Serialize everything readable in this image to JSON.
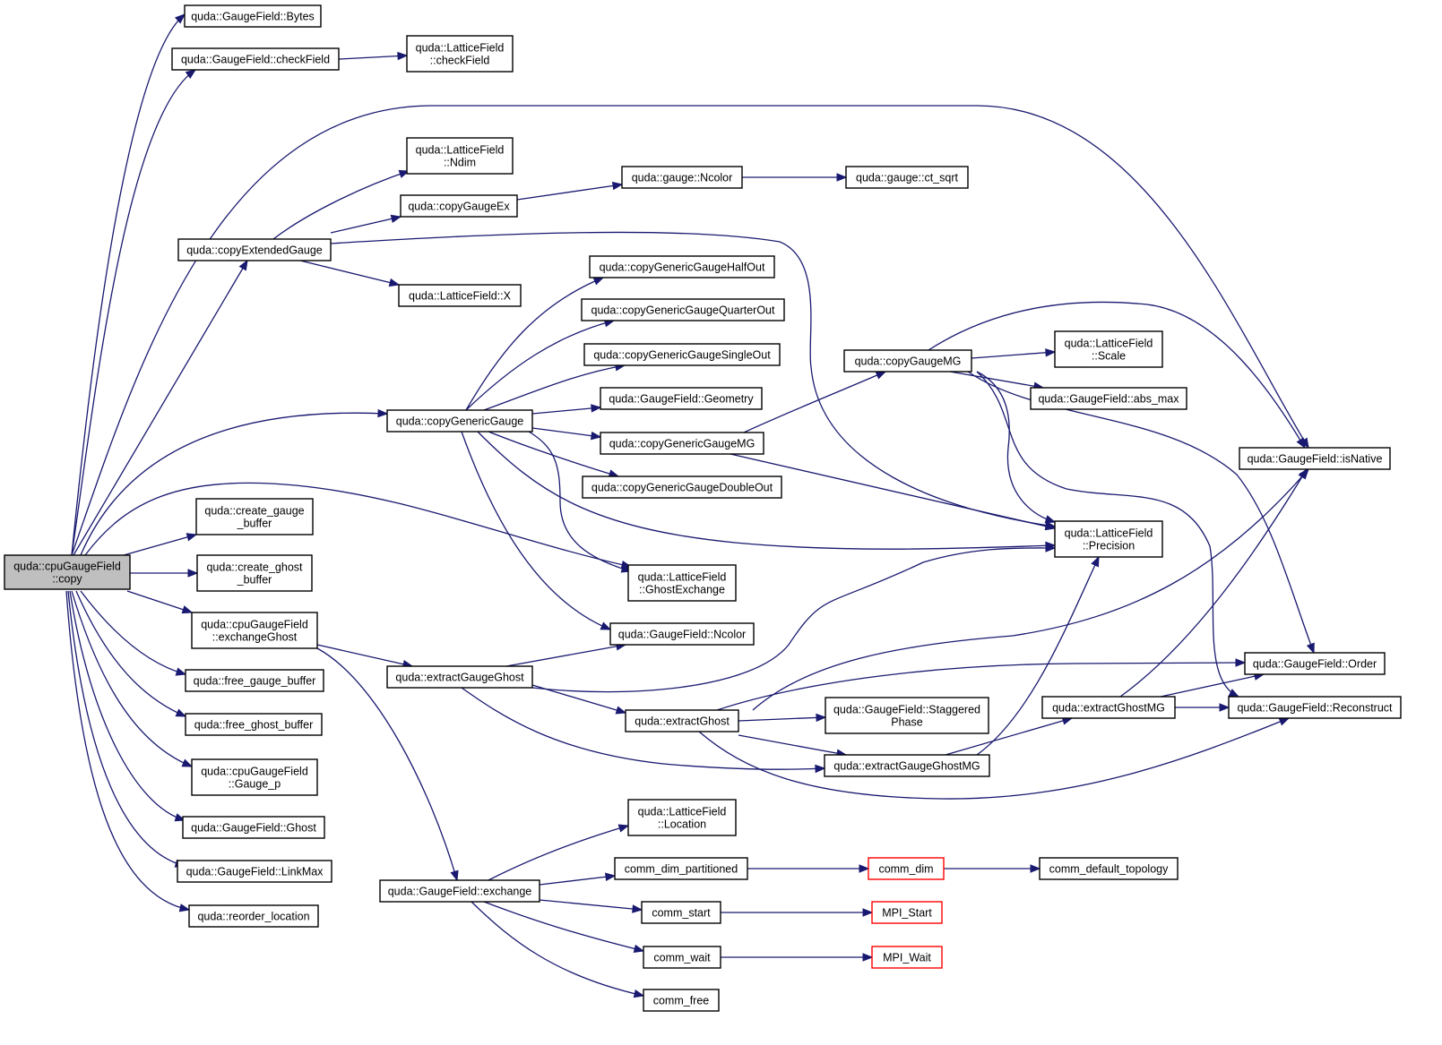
{
  "colors": {
    "edge": "#191970",
    "node_border": "#000000",
    "root_fill": "#bfbfbf",
    "node_fill": "#ffffff",
    "truncated_border": "#ff0000"
  },
  "graph": {
    "type": "call-graph",
    "nodes": [
      {
        "id": "root",
        "lines": [
          "quda::cpuGaugeField",
          "::copy"
        ]
      },
      {
        "id": "bytes",
        "lines": [
          "quda::GaugeField::Bytes"
        ]
      },
      {
        "id": "checkField",
        "lines": [
          "quda::GaugeField::checkField"
        ]
      },
      {
        "id": "lfCheckField",
        "lines": [
          "quda::LatticeField",
          "::checkField"
        ]
      },
      {
        "id": "lfNdim",
        "lines": [
          "quda::LatticeField",
          "::Ndim"
        ]
      },
      {
        "id": "copyGaugeEx",
        "lines": [
          "quda::copyGaugeEx"
        ]
      },
      {
        "id": "gaugeNcolor",
        "lines": [
          "quda::gauge::Ncolor"
        ]
      },
      {
        "id": "ctSqrt",
        "lines": [
          "quda::gauge::ct_sqrt"
        ]
      },
      {
        "id": "copyExtendedGauge",
        "lines": [
          "quda::copyExtendedGauge"
        ]
      },
      {
        "id": "lfX",
        "lines": [
          "quda::LatticeField::X"
        ]
      },
      {
        "id": "cggHalfOut",
        "lines": [
          "quda::copyGenericGaugeHalfOut"
        ]
      },
      {
        "id": "cggQuarterOut",
        "lines": [
          "quda::copyGenericGaugeQuarterOut"
        ]
      },
      {
        "id": "cggSingleOut",
        "lines": [
          "quda::copyGenericGaugeSingleOut"
        ]
      },
      {
        "id": "gfGeometry",
        "lines": [
          "quda::GaugeField::Geometry"
        ]
      },
      {
        "id": "copyGenericGauge",
        "lines": [
          "quda::copyGenericGauge"
        ]
      },
      {
        "id": "cggMG",
        "lines": [
          "quda::copyGenericGaugeMG"
        ]
      },
      {
        "id": "cggDoubleOut",
        "lines": [
          "quda::copyGenericGaugeDoubleOut"
        ]
      },
      {
        "id": "copyGaugeMG",
        "lines": [
          "quda::copyGaugeMG"
        ]
      },
      {
        "id": "lfScale",
        "lines": [
          "quda::LatticeField",
          "::Scale"
        ]
      },
      {
        "id": "absMax",
        "lines": [
          "quda::GaugeField::abs_max"
        ]
      },
      {
        "id": "isNative",
        "lines": [
          "quda::GaugeField::isNative"
        ]
      },
      {
        "id": "createGaugeBuffer",
        "lines": [
          "quda::create_gauge",
          "_buffer"
        ]
      },
      {
        "id": "createGhostBuffer",
        "lines": [
          "quda::create_ghost",
          "_buffer"
        ]
      },
      {
        "id": "lfPrecision",
        "lines": [
          "quda::LatticeField",
          "::Precision"
        ]
      },
      {
        "id": "lfGhostExchange",
        "lines": [
          "quda::LatticeField",
          "::GhostExchange"
        ]
      },
      {
        "id": "exchangeGhost",
        "lines": [
          "quda::cpuGaugeField",
          "::exchangeGhost"
        ]
      },
      {
        "id": "gfNcolor",
        "lines": [
          "quda::GaugeField::Ncolor"
        ]
      },
      {
        "id": "gfOrder",
        "lines": [
          "quda::GaugeField::Order"
        ]
      },
      {
        "id": "extractGaugeGhost",
        "lines": [
          "quda::extractGaugeGhost"
        ]
      },
      {
        "id": "freeGaugeBuffer",
        "lines": [
          "quda::free_gauge_buffer"
        ]
      },
      {
        "id": "gfStaggeredPhase",
        "lines": [
          "quda::GaugeField::Staggered",
          "Phase"
        ]
      },
      {
        "id": "extractGhostMG",
        "lines": [
          "quda::extractGhostMG"
        ]
      },
      {
        "id": "gfReconstruct",
        "lines": [
          "quda::GaugeField::Reconstruct"
        ]
      },
      {
        "id": "extractGhost",
        "lines": [
          "quda::extractGhost"
        ]
      },
      {
        "id": "freeGhostBuffer",
        "lines": [
          "quda::free_ghost_buffer"
        ]
      },
      {
        "id": "extractGaugeGhostMG",
        "lines": [
          "quda::extractGaugeGhostMG"
        ]
      },
      {
        "id": "gaugeP",
        "lines": [
          "quda::cpuGaugeField",
          "::Gauge_p"
        ]
      },
      {
        "id": "lfLocation",
        "lines": [
          "quda::LatticeField",
          "::Location"
        ]
      },
      {
        "id": "gfGhost",
        "lines": [
          "quda::GaugeField::Ghost"
        ]
      },
      {
        "id": "commDimPartitioned",
        "lines": [
          "comm_dim_partitioned"
        ]
      },
      {
        "id": "commDim",
        "lines": [
          "comm_dim"
        ]
      },
      {
        "id": "commDefaultTopology",
        "lines": [
          "comm_default_topology"
        ]
      },
      {
        "id": "gfLinkMax",
        "lines": [
          "quda::GaugeField::LinkMax"
        ]
      },
      {
        "id": "gfExchange",
        "lines": [
          "quda::GaugeField::exchange"
        ]
      },
      {
        "id": "commStart",
        "lines": [
          "comm_start"
        ]
      },
      {
        "id": "mpiStart",
        "lines": [
          "MPI_Start"
        ]
      },
      {
        "id": "reorderLocation",
        "lines": [
          "quda::reorder_location"
        ]
      },
      {
        "id": "commWait",
        "lines": [
          "comm_wait"
        ]
      },
      {
        "id": "mpiWait",
        "lines": [
          "MPI_Wait"
        ]
      },
      {
        "id": "commFree",
        "lines": [
          "comm_free"
        ]
      }
    ],
    "edges": [
      [
        "root",
        "bytes"
      ],
      [
        "root",
        "checkField"
      ],
      [
        "checkField",
        "lfCheckField"
      ],
      [
        "root",
        "isNative"
      ],
      [
        "root",
        "copyExtendedGauge"
      ],
      [
        "copyExtendedGauge",
        "lfNdim"
      ],
      [
        "copyExtendedGauge",
        "copyGaugeEx"
      ],
      [
        "copyGaugeEx",
        "gaugeNcolor"
      ],
      [
        "gaugeNcolor",
        "ctSqrt"
      ],
      [
        "copyExtendedGauge",
        "lfX"
      ],
      [
        "copyExtendedGauge",
        "lfPrecision"
      ],
      [
        "root",
        "copyGenericGauge"
      ],
      [
        "copyGenericGauge",
        "cggHalfOut"
      ],
      [
        "copyGenericGauge",
        "cggQuarterOut"
      ],
      [
        "copyGenericGauge",
        "cggSingleOut"
      ],
      [
        "copyGenericGauge",
        "gfGeometry"
      ],
      [
        "copyGenericGauge",
        "cggMG"
      ],
      [
        "copyGenericGauge",
        "cggDoubleOut"
      ],
      [
        "copyGenericGauge",
        "lfGhostExchange"
      ],
      [
        "copyGenericGauge",
        "gfNcolor"
      ],
      [
        "copyGenericGauge",
        "lfPrecision"
      ],
      [
        "cggMG",
        "copyGaugeMG"
      ],
      [
        "cggMG",
        "lfPrecision"
      ],
      [
        "copyGaugeMG",
        "lfScale"
      ],
      [
        "copyGaugeMG",
        "absMax"
      ],
      [
        "copyGaugeMG",
        "isNative"
      ],
      [
        "copyGaugeMG",
        "lfPrecision"
      ],
      [
        "copyGaugeMG",
        "gfOrder"
      ],
      [
        "copyGaugeMG",
        "gfReconstruct"
      ],
      [
        "root",
        "lfGhostExchange"
      ],
      [
        "root",
        "createGaugeBuffer"
      ],
      [
        "root",
        "createGhostBuffer"
      ],
      [
        "root",
        "exchangeGhost"
      ],
      [
        "exchangeGhost",
        "extractGaugeGhost"
      ],
      [
        "exchangeGhost",
        "gfExchange"
      ],
      [
        "extractGaugeGhost",
        "gfNcolor"
      ],
      [
        "extractGaugeGhost",
        "lfPrecision"
      ],
      [
        "extractGaugeGhost",
        "extractGhost"
      ],
      [
        "extractGaugeGhost",
        "extractGaugeGhostMG"
      ],
      [
        "extractGhost",
        "gfOrder"
      ],
      [
        "extractGhost",
        "isNative"
      ],
      [
        "extractGhost",
        "gfStaggeredPhase"
      ],
      [
        "extractGhost",
        "extractGaugeGhostMG"
      ],
      [
        "extractGhost",
        "gfReconstruct"
      ],
      [
        "extractGaugeGhostMG",
        "extractGhostMG"
      ],
      [
        "extractGaugeGhostMG",
        "lfPrecision"
      ],
      [
        "extractGhostMG",
        "gfOrder"
      ],
      [
        "extractGhostMG",
        "gfReconstruct"
      ],
      [
        "extractGhostMG",
        "isNative"
      ],
      [
        "root",
        "freeGaugeBuffer"
      ],
      [
        "root",
        "freeGhostBuffer"
      ],
      [
        "root",
        "gaugeP"
      ],
      [
        "root",
        "gfGhost"
      ],
      [
        "root",
        "gfLinkMax"
      ],
      [
        "root",
        "reorderLocation"
      ],
      [
        "gfExchange",
        "lfLocation"
      ],
      [
        "gfExchange",
        "commDimPartitioned"
      ],
      [
        "commDimPartitioned",
        "commDim"
      ],
      [
        "commDim",
        "commDefaultTopology"
      ],
      [
        "gfExchange",
        "commStart"
      ],
      [
        "commStart",
        "mpiStart"
      ],
      [
        "gfExchange",
        "commWait"
      ],
      [
        "commWait",
        "mpiWait"
      ],
      [
        "gfExchange",
        "commFree"
      ]
    ]
  }
}
